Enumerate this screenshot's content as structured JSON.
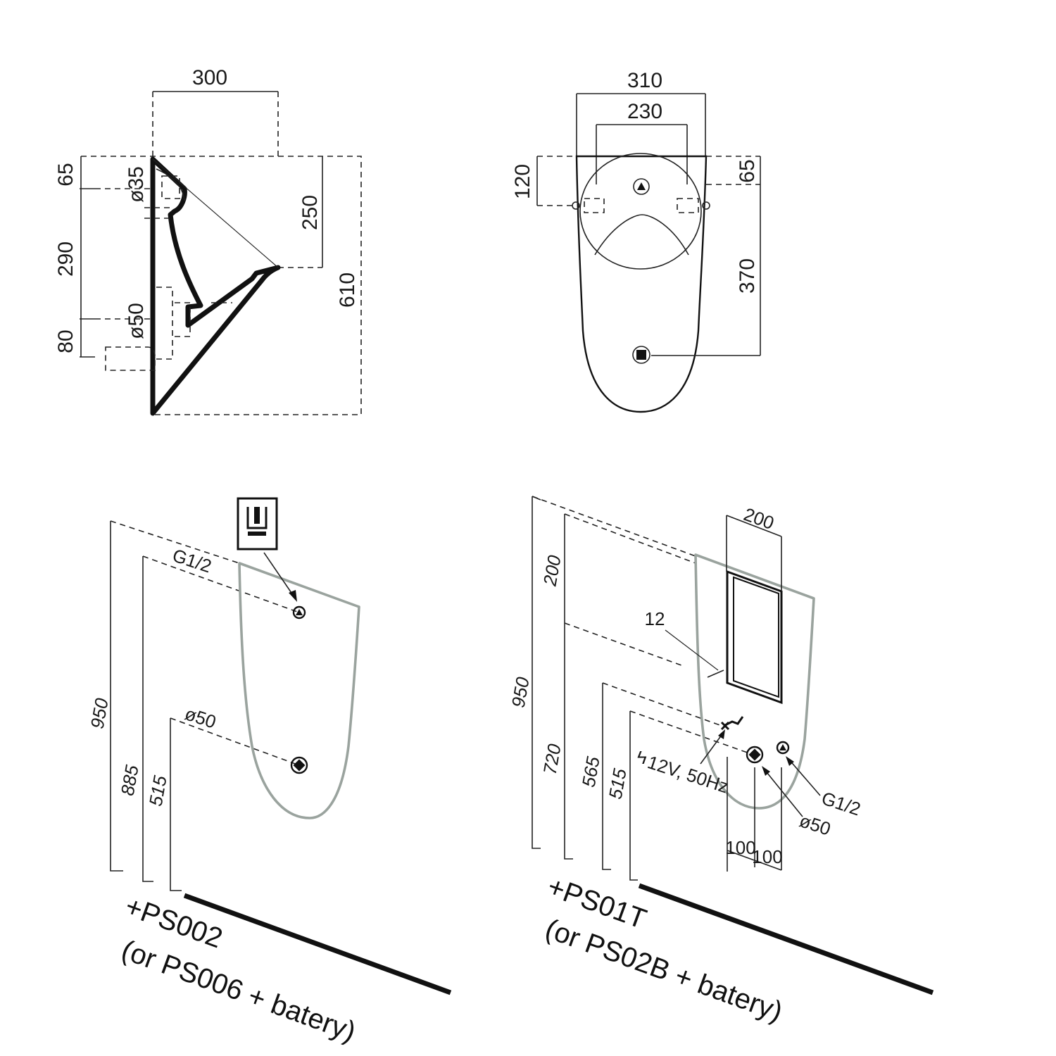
{
  "side_view": {
    "width": "300",
    "d35": "ø35",
    "d50": "ø50",
    "h65": "65",
    "h290": "290",
    "h80": "80",
    "h250": "250",
    "h610": "610"
  },
  "front_view": {
    "outer_width": "310",
    "inner_width": "230",
    "h120": "120",
    "h65": "65",
    "h370": "370"
  },
  "install_left": {
    "h950": "950",
    "h885": "885",
    "h515": "515",
    "g12": "G1/2",
    "d50": "ø50",
    "caption_line1": "+PS002",
    "caption_line2": "(or PS006 + batery)"
  },
  "install_right": {
    "h950": "950",
    "h200": "200",
    "h720": "720",
    "h565": "565",
    "h515": "515",
    "box_width": "200",
    "gap": "12",
    "power": "12V, 50Hz",
    "g12": "G1/2",
    "d50": "ø50",
    "off_left": "100",
    "off_right": "100",
    "caption_line1": "+PS01T",
    "caption_line2": "(or PS02B + batery)"
  }
}
